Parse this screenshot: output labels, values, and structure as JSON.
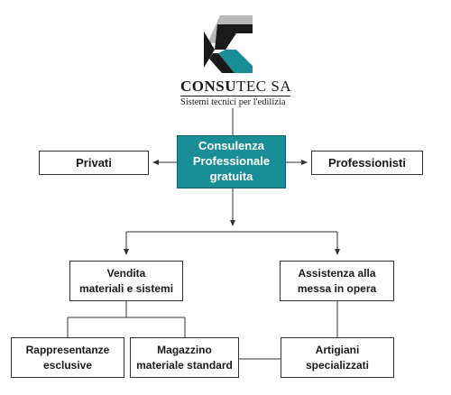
{
  "logo": {
    "name_bold": "CONSU",
    "name_rest": "TEC SA",
    "tagline": "Sistemi tecnici per l'edilizia",
    "colors": {
      "teal": "#1a8e96",
      "dark": "#1a1a1a",
      "grey": "#b9b9b9"
    }
  },
  "nodes": {
    "center": "Consulenza\nProfessionale\ngratuita",
    "privati": "Privati",
    "professionisti": "Professionisti",
    "vendita": "Vendita\nmateriali e sistemi",
    "assistenza": "Assistenza alla\nmessa in opera",
    "rappresentanze": "Rappresentanze\nesclusive",
    "magazzino": "Magazzino\nmateriale standard",
    "artigiani": "Artigiani\nspecializzati"
  },
  "colors": {
    "center_fill": "#1a8e96",
    "line": "#333333"
  }
}
